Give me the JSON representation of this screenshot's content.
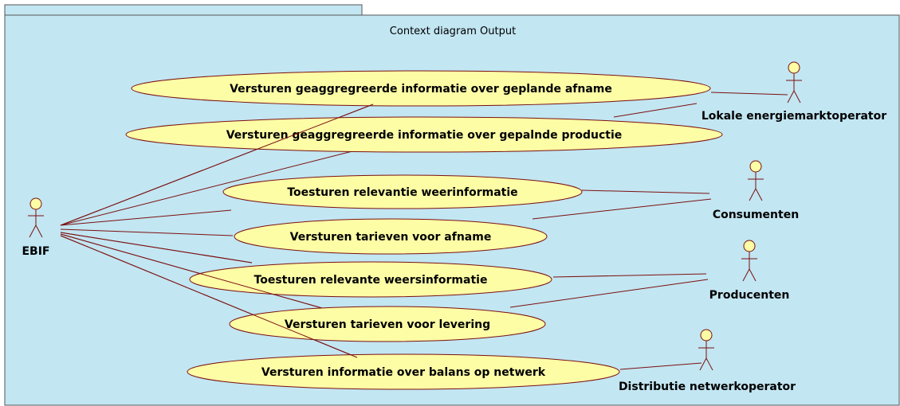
{
  "diagram": {
    "title": "Context diagram Output",
    "colors": {
      "background": "#c2e6f2",
      "usecase_fill": "#fdfda6",
      "line": "#7b1010",
      "frame_border": "#555555"
    },
    "actors": [
      {
        "id": "ebif",
        "label": "EBIF"
      },
      {
        "id": "lokale",
        "label": "Lokale energiemarktoperator"
      },
      {
        "id": "consumenten",
        "label": "Consumenten"
      },
      {
        "id": "producenten",
        "label": "Producenten"
      },
      {
        "id": "distributie",
        "label": "Distributie netwerkoperator"
      }
    ],
    "usecases": [
      {
        "id": "uc1",
        "label": "Versturen geaggregreerde informatie over geplande afname"
      },
      {
        "id": "uc2",
        "label": "Versturen geaggregreerde informatie over gepalnde productie"
      },
      {
        "id": "uc3",
        "label": "Toesturen relevantie weerinformatie"
      },
      {
        "id": "uc4",
        "label": "Versturen tarieven voor afname"
      },
      {
        "id": "uc5",
        "label": "Toesturen relevante weersinformatie"
      },
      {
        "id": "uc6",
        "label": "Versturen tarieven voor levering"
      },
      {
        "id": "uc7",
        "label": "Versturen informatie over balans op netwerk"
      }
    ]
  }
}
